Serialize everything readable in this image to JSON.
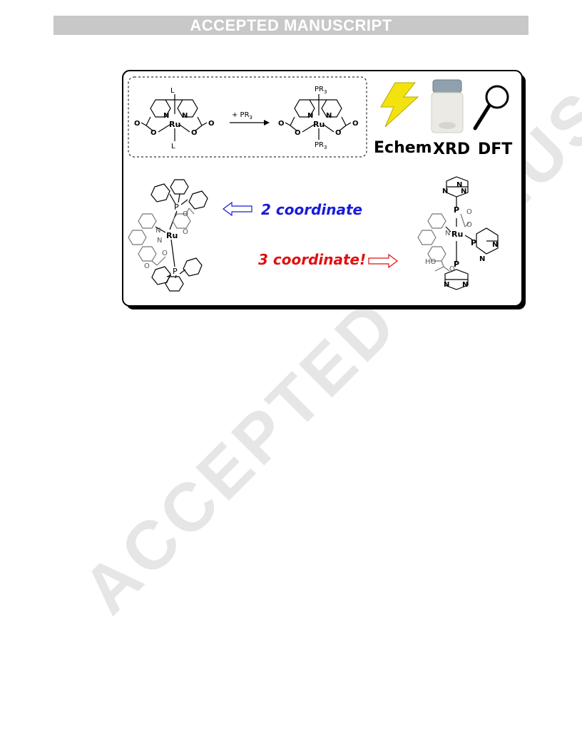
{
  "header": {
    "banner_text": "ACCEPTED MANUSCRIPT"
  },
  "watermark": {
    "text": "ACCEPTED MANUSCRIPT"
  },
  "toc_graphic": {
    "reaction": {
      "reagent": "+ PR",
      "reagent_sub": "3",
      "start_atoms": {
        "metal": "Ru",
        "axial_top": "L",
        "axial_bottom": "L",
        "n": "N",
        "o": "O"
      },
      "product_atoms": {
        "metal": "Ru",
        "axial": "PR",
        "axial_sub": "3",
        "n": "N",
        "o": "O"
      }
    },
    "methods": {
      "labels": [
        "Echem",
        "XRD",
        "DFT"
      ]
    },
    "left_complex": {
      "metal": "Ru",
      "p": "P",
      "n": "N",
      "o": "O"
    },
    "right_complex": {
      "metal": "Ru",
      "p": "P",
      "n": "N",
      "o": "O",
      "ho": "HO"
    },
    "annotations": {
      "two_coord": "2 coordinate",
      "three_coord": "3 coordinate!",
      "two_color": "#1a1adc",
      "three_color": "#e01010"
    }
  }
}
